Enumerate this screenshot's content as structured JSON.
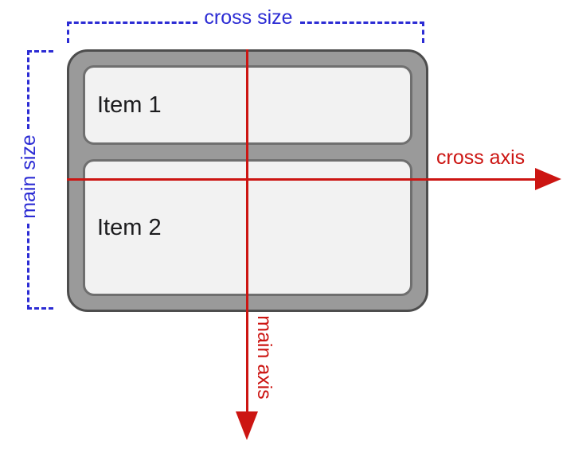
{
  "diagram": {
    "type": "flexbox-column-axes",
    "labels": {
      "cross_size": "cross size",
      "main_size": "main size",
      "cross_axis": "cross axis",
      "main_axis": "main axis"
    },
    "container": {
      "items": [
        {
          "label": "Item 1"
        },
        {
          "label": "Item 2"
        }
      ]
    },
    "colors": {
      "blue": "#2c2cd4",
      "red": "#cc1512",
      "container_fill": "#9a9a9a",
      "container_border": "#4d4d4d",
      "item_fill": "#f2f2f2",
      "item_border": "#6f6f6f",
      "item_text": "#1c1c1e",
      "bg": "#ffffff"
    }
  }
}
